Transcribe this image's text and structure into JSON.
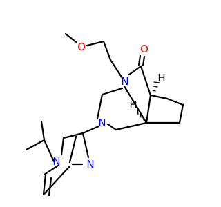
{
  "colors": {
    "background": "#ffffff",
    "bond": "#000000",
    "oxygen": "#ff0000",
    "nitrogen": "#0000ff",
    "carbon": "#000000"
  },
  "atoms": {
    "methoxy_o": "O",
    "carbonyl_o": "O",
    "amide_n": "N",
    "ring_n": "N",
    "imidazole_n1": "N",
    "imidazole_n3": "N",
    "stereo_h_top": "H",
    "stereo_h_bottom": "H"
  }
}
